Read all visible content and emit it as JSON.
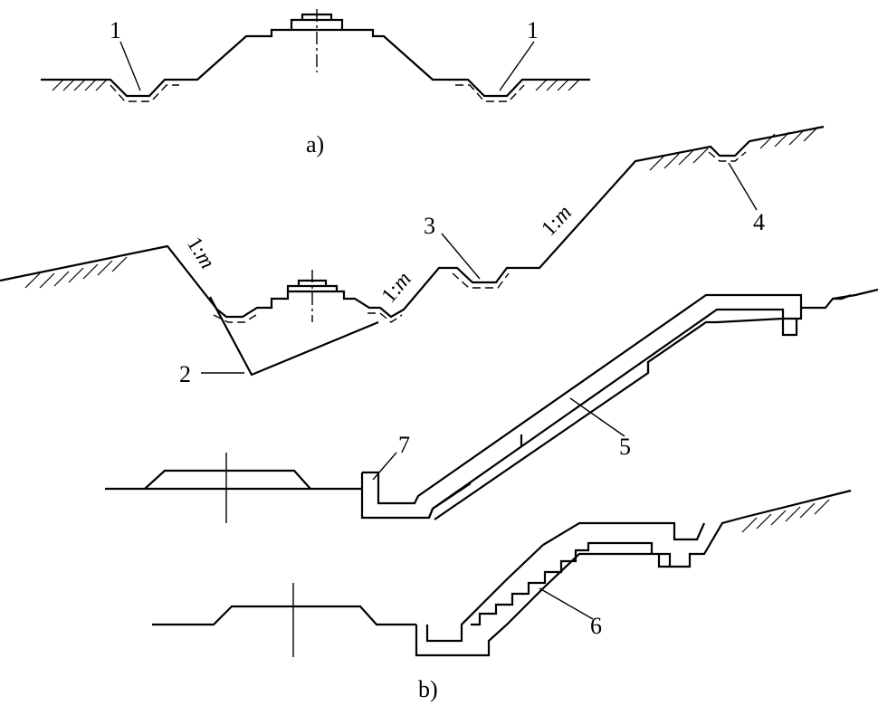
{
  "labels": {
    "n1": "1",
    "n2": "2",
    "n3": "3",
    "n4": "4",
    "n5": "5",
    "n6": "6",
    "n7": "7",
    "fig_a": "a)",
    "fig_b": "b)"
  },
  "slope": {
    "prefix": "1:",
    "var": "m"
  }
}
